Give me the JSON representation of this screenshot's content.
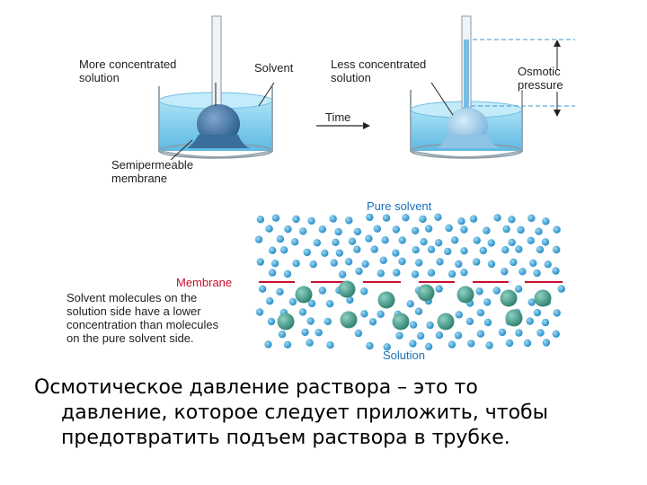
{
  "beakers": {
    "left": {
      "label_more": [
        "More concentrated",
        "solution"
      ],
      "label_solvent": "Solvent",
      "label_membrane": [
        "Semipermeable",
        "membrane"
      ]
    },
    "right": {
      "label_less": [
        "Less concentrated",
        "solution"
      ],
      "label_osmotic": [
        "Osmotic",
        "pressure"
      ]
    },
    "time_label": "Time"
  },
  "molecular": {
    "pure_solvent": "Pure solvent",
    "membrane": "Membrane",
    "note": [
      "Solvent molecules on the",
      "solution side have a lower",
      "concentration than molecules",
      "on the pure solvent side."
    ],
    "solution": "Solution"
  },
  "colors": {
    "water": "#8fd3ef",
    "bulb": "#3f79a8",
    "solvent_dot": "#2fa3d8",
    "solute_dot": "#3f9d8a",
    "membrane": "#c8102e",
    "pressure_line": "#3c97d0"
  },
  "caption": {
    "line1": "Осмотическое давление раствора – это то",
    "line2": "давление, которое следует приложить, чтобы",
    "line3": "предотвратить подъем раствора в трубке."
  }
}
